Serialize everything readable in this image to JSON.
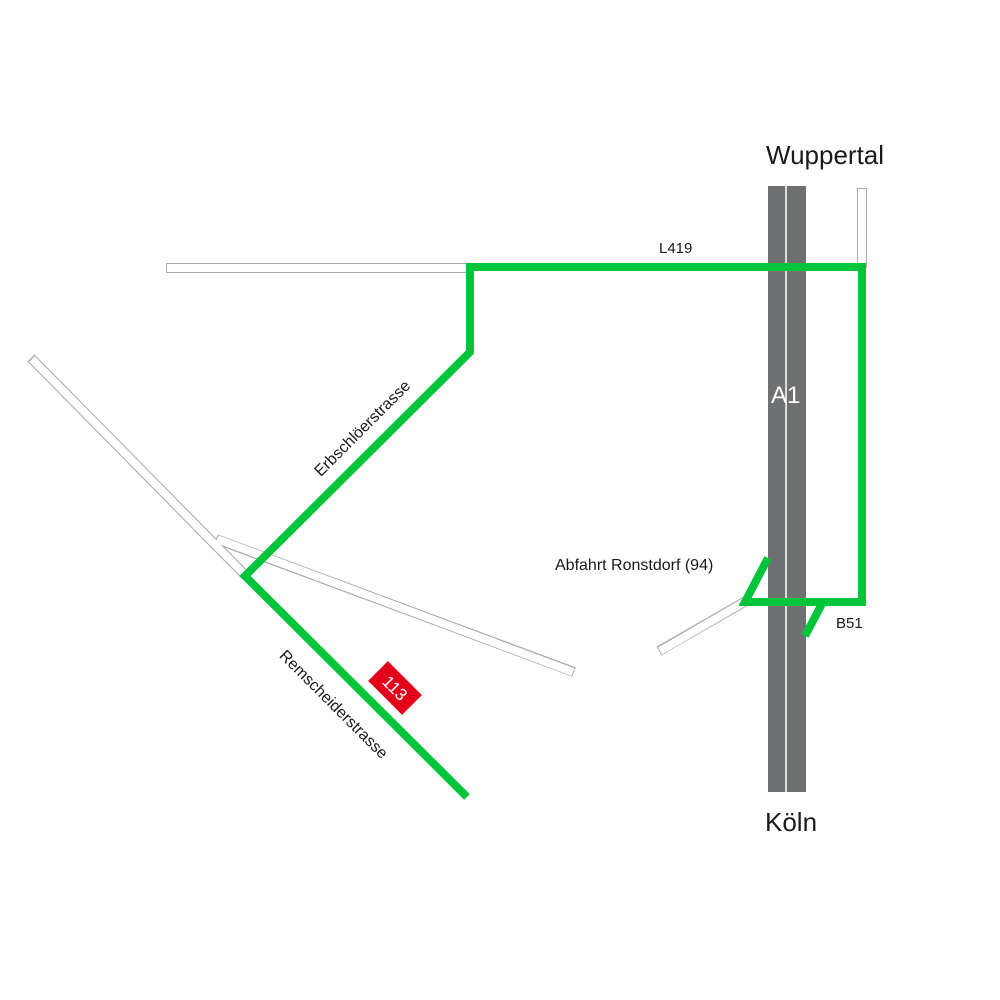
{
  "labels": {
    "north_city": "Wuppertal",
    "south_city": "Köln",
    "motorway": "A1",
    "road_l419": "L419",
    "road_b51": "B51",
    "exit": "Abfahrt Ronstdorf (94)",
    "street_erbschloe": "Erbschlöerstrasse",
    "street_remscheider": "Remscheiderstrasse",
    "house_number": "113"
  },
  "colors": {
    "route": "#00c43a",
    "motorway": "#6f7072",
    "minor_road_outline": "#a8a8a8",
    "marker": "#e2001a"
  }
}
